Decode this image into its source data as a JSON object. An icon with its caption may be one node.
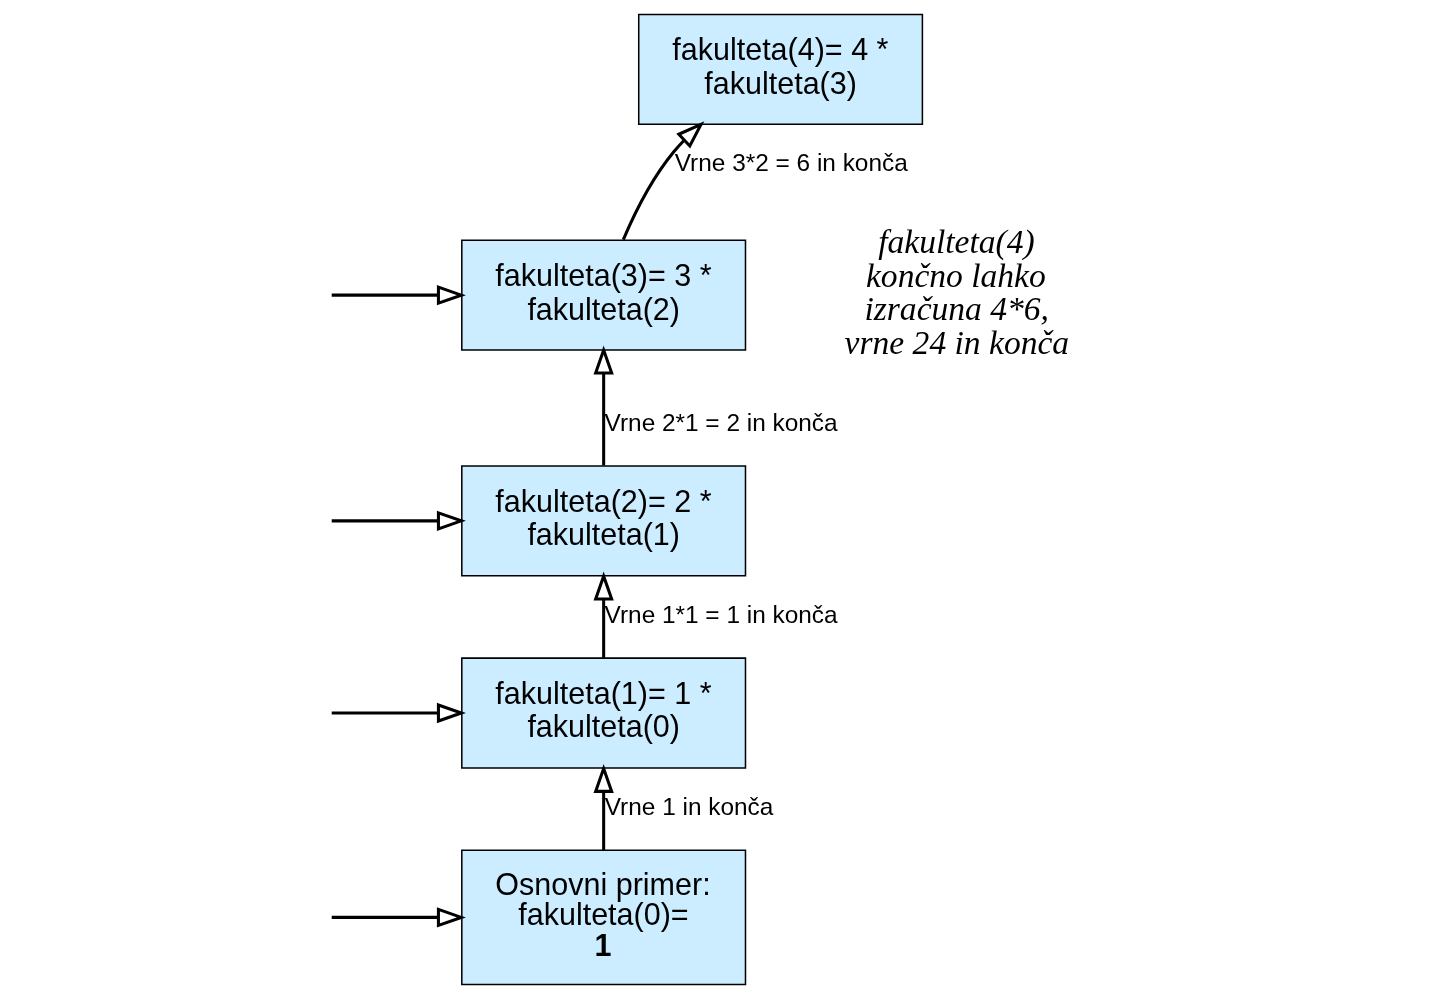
{
  "diagram": {
    "nodes": [
      {
        "text": [
          "fakulteta(4)= 4 * fakulteta(3)"
        ]
      },
      {
        "text": [
          "fakulteta(3)= 3 * fakulteta(2)"
        ]
      },
      {
        "text": [
          "fakulteta(2)= 2 * fakulteta(1)"
        ]
      },
      {
        "text": [
          "fakulteta(1)= 1 * fakulteta(0)"
        ]
      },
      {
        "text": [
          "Osnovni primer: fakulteta(0)= **1**"
        ]
      }
    ],
    "edges": [
      {
        "from": 1,
        "to": 0,
        "arrow": "to",
        "label": "Vrne 3*2 = 6 in konča"
      },
      {
        "from": 2,
        "to": 1,
        "arrow": "to",
        "label": "Vrne 2*1 = 2 in konča"
      },
      {
        "from": 3,
        "to": 2,
        "arrow": "to",
        "label": "Vrne 1*1 = 1 in konča"
      },
      {
        "from": 4,
        "to": 3,
        "arrow": "to",
        "label": "Vrne 1 in konča"
      },
      {
        "from": null,
        "to": 1,
        "arrow": "to"
      },
      {
        "from": null,
        "to": 2,
        "arrow": "to"
      },
      {
        "from": null,
        "to": 3,
        "arrow": "to"
      },
      {
        "from": null,
        "to": 4,
        "arrow": "to"
      }
    ],
    "labels": [
      "fakulteta(4) končno lahko izračuna 4*6, vrne 24 in konča"
    ]
  }
}
